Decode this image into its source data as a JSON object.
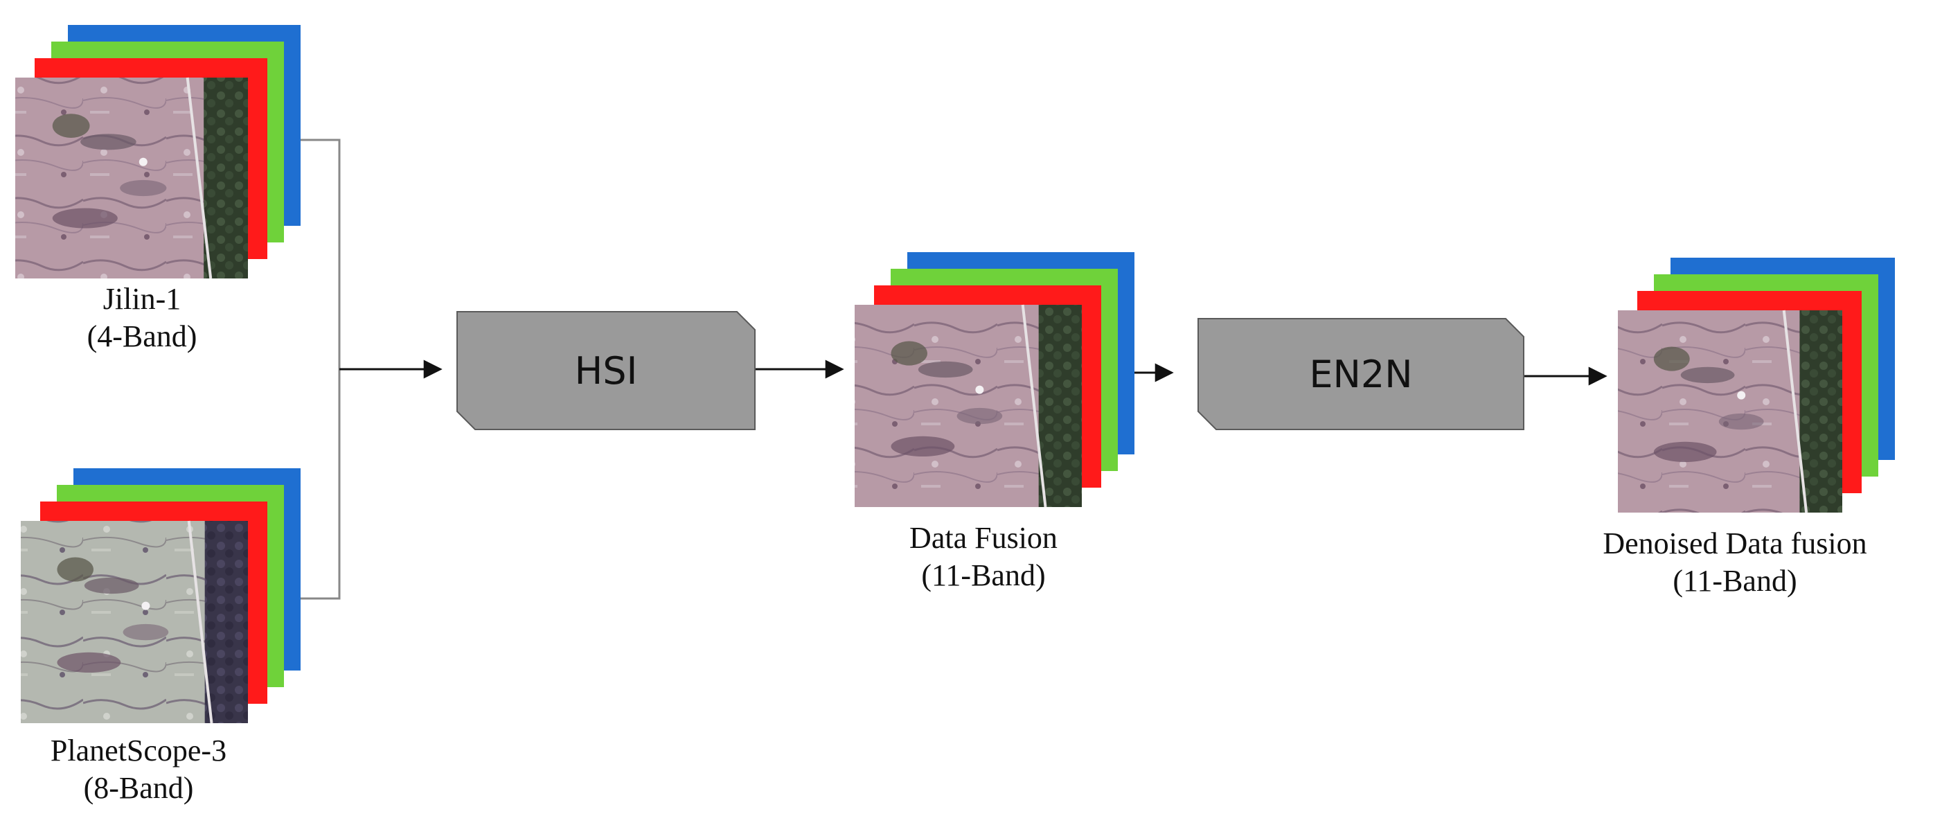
{
  "colors": {
    "band_blue": "#1f6fd1",
    "band_green": "#6fd23a",
    "band_red": "#ff1a1a",
    "process_box": "#9a9a9a",
    "arrow": "#111111",
    "connector": "#888888"
  },
  "inputs": [
    {
      "id": "jilin",
      "name": "Jilin-1",
      "bands": "(4-Band)",
      "tone": "pink-purple"
    },
    {
      "id": "planetscope",
      "name": "PlanetScope-3",
      "bands": "(8-Band)",
      "tone": "green-grey"
    }
  ],
  "processes": [
    {
      "id": "hsi",
      "label": "HSI"
    },
    {
      "id": "en2n",
      "label": "EN2N"
    }
  ],
  "outputs": [
    {
      "id": "fusion",
      "name": "Data Fusion",
      "bands": "(11-Band)"
    },
    {
      "id": "denoised",
      "name": "Denoised Data fusion",
      "bands": "(11-Band)"
    }
  ]
}
